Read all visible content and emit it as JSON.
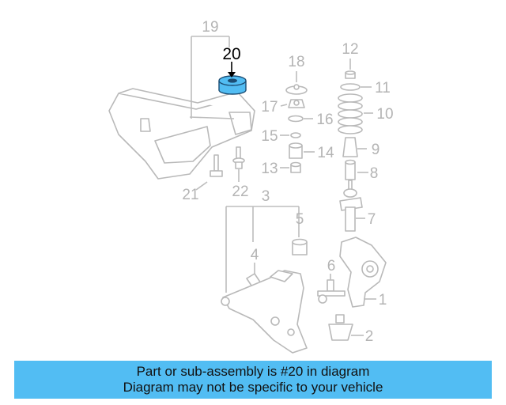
{
  "diagram": {
    "highlight_color": "#52bdf3",
    "highlighted_part": "20",
    "labels": {
      "l1": "1",
      "l2": "2",
      "l3": "3",
      "l4": "4",
      "l5": "5",
      "l6": "6",
      "l7": "7",
      "l8": "8",
      "l9": "9",
      "l10": "10",
      "l11": "11",
      "l12": "12",
      "l13": "13",
      "l14": "14",
      "l15": "15",
      "l16": "16",
      "l17": "17",
      "l18": "18",
      "l19": "19",
      "l20": "20",
      "l21": "21",
      "l22": "22"
    }
  },
  "banner": {
    "line1": "Part or sub-assembly is #20 in diagram",
    "line2": "Diagram may not be specific to your vehicle",
    "background": "#52bdf3"
  }
}
